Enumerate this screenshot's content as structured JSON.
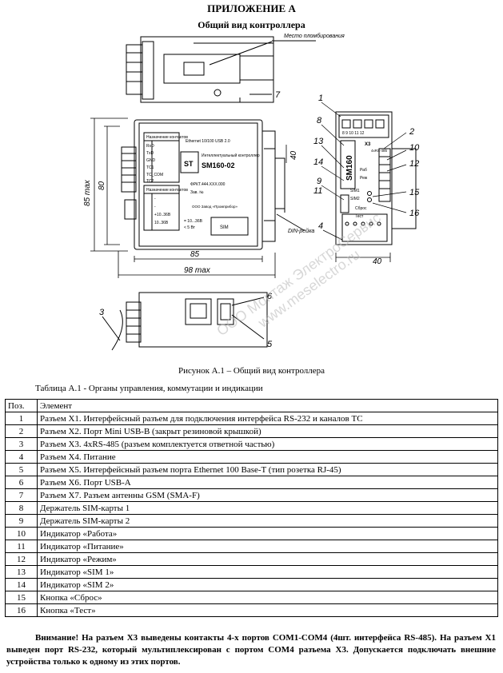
{
  "app_title": "ПРИЛОЖЕНИЕ А",
  "figure_title": "Общий вид контроллера",
  "figure_caption": "Рисунок А.1 – Общий вид контроллера",
  "table_caption": "Таблица А.1 - Органы управления, коммутации и индикации",
  "table": {
    "headers": [
      "Поз.",
      "Элемент"
    ],
    "rows": [
      [
        "1",
        "Разъем Х1. Интерфейсный разъем для подключения интерфейса RS-232 и каналов ТС"
      ],
      [
        "2",
        "Разъем Х2. Порт Mini USB-B (закрыт резиновой крышкой)"
      ],
      [
        "3",
        "Разъем Х3. 4хRS-485 (разъем комплектуется ответной частью)"
      ],
      [
        "4",
        "Разъем Х4. Питание"
      ],
      [
        "5",
        "Разъем Х5. Интерфейсный разъем порта Ethernet 100 Base-T (тип розетка RJ-45)"
      ],
      [
        "6",
        "Разъем Х6. Порт USB-A"
      ],
      [
        "7",
        "Разъем Х7. Разъем антенны GSM (SMA-F)"
      ],
      [
        "8",
        "Держатель SIM-карты 1"
      ],
      [
        "9",
        "Держатель SIM-карты 2"
      ],
      [
        "10",
        "Индикатор «Работа»"
      ],
      [
        "11",
        "Индикатор «Питание»"
      ],
      [
        "12",
        "Индикатор «Режим»"
      ],
      [
        "13",
        "Индикатор «SIM 1»"
      ],
      [
        "14",
        "Индикатор «SIM 2»"
      ],
      [
        "15",
        "Кнопка «Сброс»"
      ],
      [
        "16",
        "Кнопка «Тест»"
      ]
    ]
  },
  "note": "Внимание! На разъем Х3 выведены контакты 4-х портов COM1-COM4 (4шт. интерфейса RS-485). На разъем Х1 выведен порт RS-232, который мультиплексирован с портом COM4 разъема Х3. Допускается подключать внешние устройства только к одному из этих портов.",
  "drawing": {
    "seal_label": "Место пломбирования",
    "din_label": "DIN-рейка",
    "dims": {
      "width_85": "85",
      "width_98": "98 max",
      "height_85": "85 max",
      "height_80": "80",
      "depth_40": "40",
      "depth_40b": "40"
    },
    "device": {
      "model": "SM160-02",
      "brand": "ST",
      "subtitle": "Интеллектуальный контроллер",
      "panel1_title": "Назначение контактов",
      "panel1_rows": [
        [
          "1",
          "RxD"
        ],
        [
          "2",
          "TxD"
        ],
        [
          "5",
          "GND"
        ],
        [
          "10",
          "ТС1"
        ],
        [
          "11",
          "ТС_COM"
        ],
        [
          "12",
          "ТС2"
        ]
      ],
      "panel2_title": "Назначение контактов",
      "panel2_rows": [
        [
          "1",
          "-"
        ],
        [
          "2",
          "-"
        ],
        [
          "3",
          "+10..36В"
        ],
        [
          "4",
          "10..36В"
        ]
      ],
      "ports": "Ethernet 10/100   USB 2.0",
      "doc_no": "ФРКТ.444.ХХХ.000",
      "serial": "Зав. №",
      "maker": "ООО Завод «Промприбор»",
      "sim": "SIM",
      "power": "= 10...36В",
      "wattage": "< 5 Вт"
    },
    "side": {
      "model": "SM160",
      "model2": "2",
      "top_pins": "8  9  10  11  12",
      "x3": "X3",
      "rs485": "4хRS-485",
      "labels": [
        "Раб",
        "Реж",
        "SIM1",
        "SIM2",
        "Сброс",
        "Тест"
      ]
    },
    "callouts": [
      "1",
      "2",
      "3",
      "4",
      "5",
      "6",
      "7",
      "8",
      "9",
      "10",
      "11",
      "12",
      "13",
      "14",
      "15",
      "16"
    ]
  },
  "watermark": [
    "ООО Монтаж ЭлектроСервис",
    "www.meselectro.ru"
  ]
}
